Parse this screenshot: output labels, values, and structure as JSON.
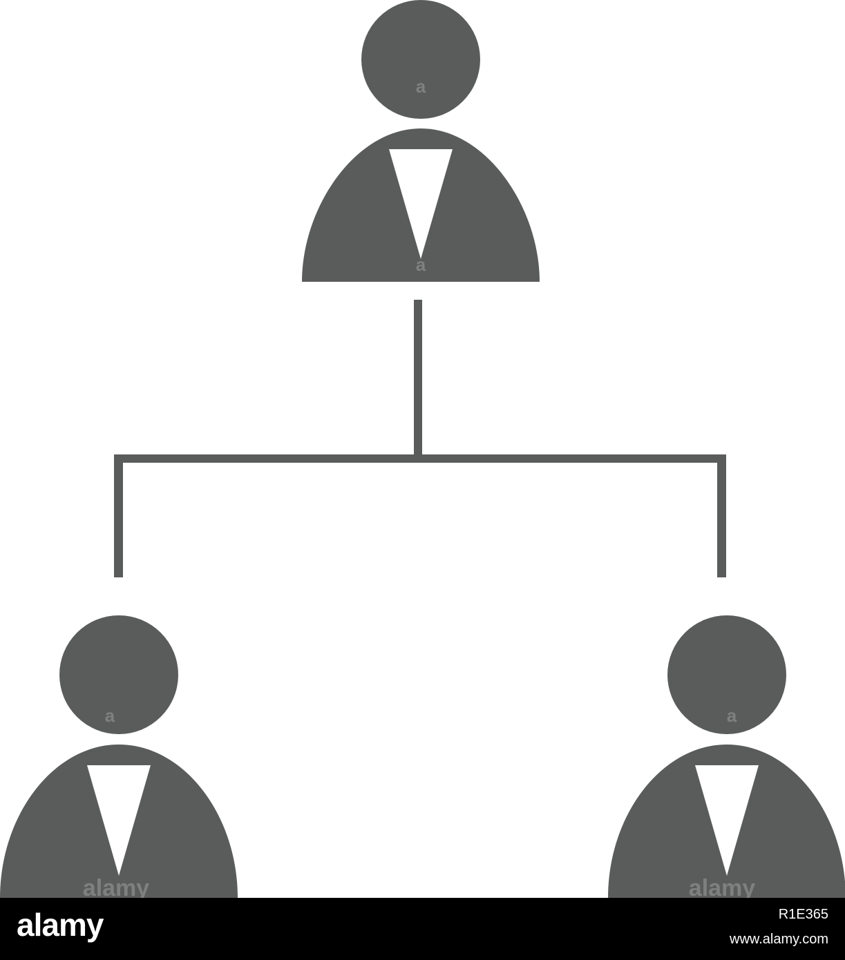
{
  "diagram": {
    "type": "org-chart",
    "icon_color": "#5a5c5b",
    "background_color": "#ffffff",
    "nodes": [
      {
        "id": "top",
        "icon": "person-icon",
        "level": 0
      },
      {
        "id": "left",
        "icon": "person-icon",
        "level": 1
      },
      {
        "id": "right",
        "icon": "person-icon",
        "level": 1
      }
    ],
    "edges": [
      {
        "from": "top",
        "to": "left"
      },
      {
        "from": "top",
        "to": "right"
      }
    ]
  },
  "watermark": {
    "text": "alamy",
    "small_mark": "a"
  },
  "footer": {
    "background_color": "#000000",
    "logo": "alamy",
    "image_id": "R1E365",
    "url": "www.alamy.com"
  }
}
